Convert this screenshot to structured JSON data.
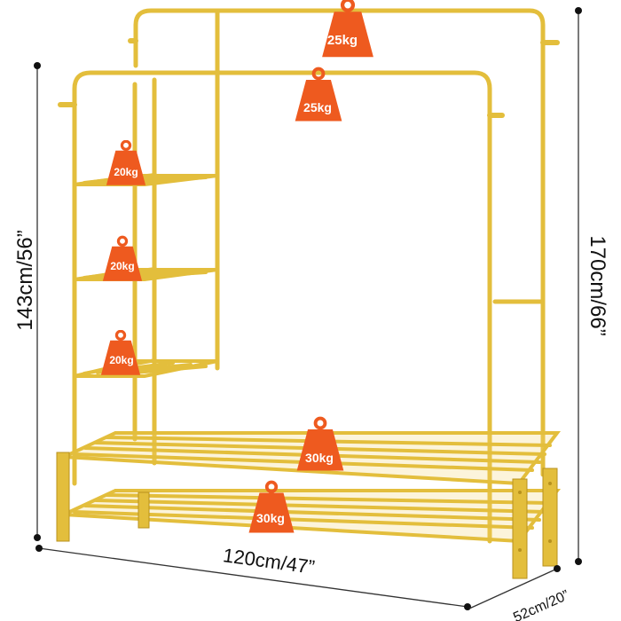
{
  "colors": {
    "frame_gold": "#E3BE3C",
    "frame_shadow": "#B8921E",
    "frame_highlight": "#F6DE86",
    "weight_orange": "#EE5A1F",
    "dimension_line": "#333333"
  },
  "dimensions": {
    "height_front": "143cm/56”",
    "height_back": "170cm/66”",
    "width": "120cm/47”",
    "depth": "52cm/20”"
  },
  "weights": {
    "top_back_rail": "25kg",
    "top_front_rail": "25kg",
    "shelf_1": "20kg",
    "shelf_2": "20kg",
    "shelf_3": "20kg",
    "upper_shoe_rack": "30kg",
    "lower_shoe_rack": "30kg"
  }
}
